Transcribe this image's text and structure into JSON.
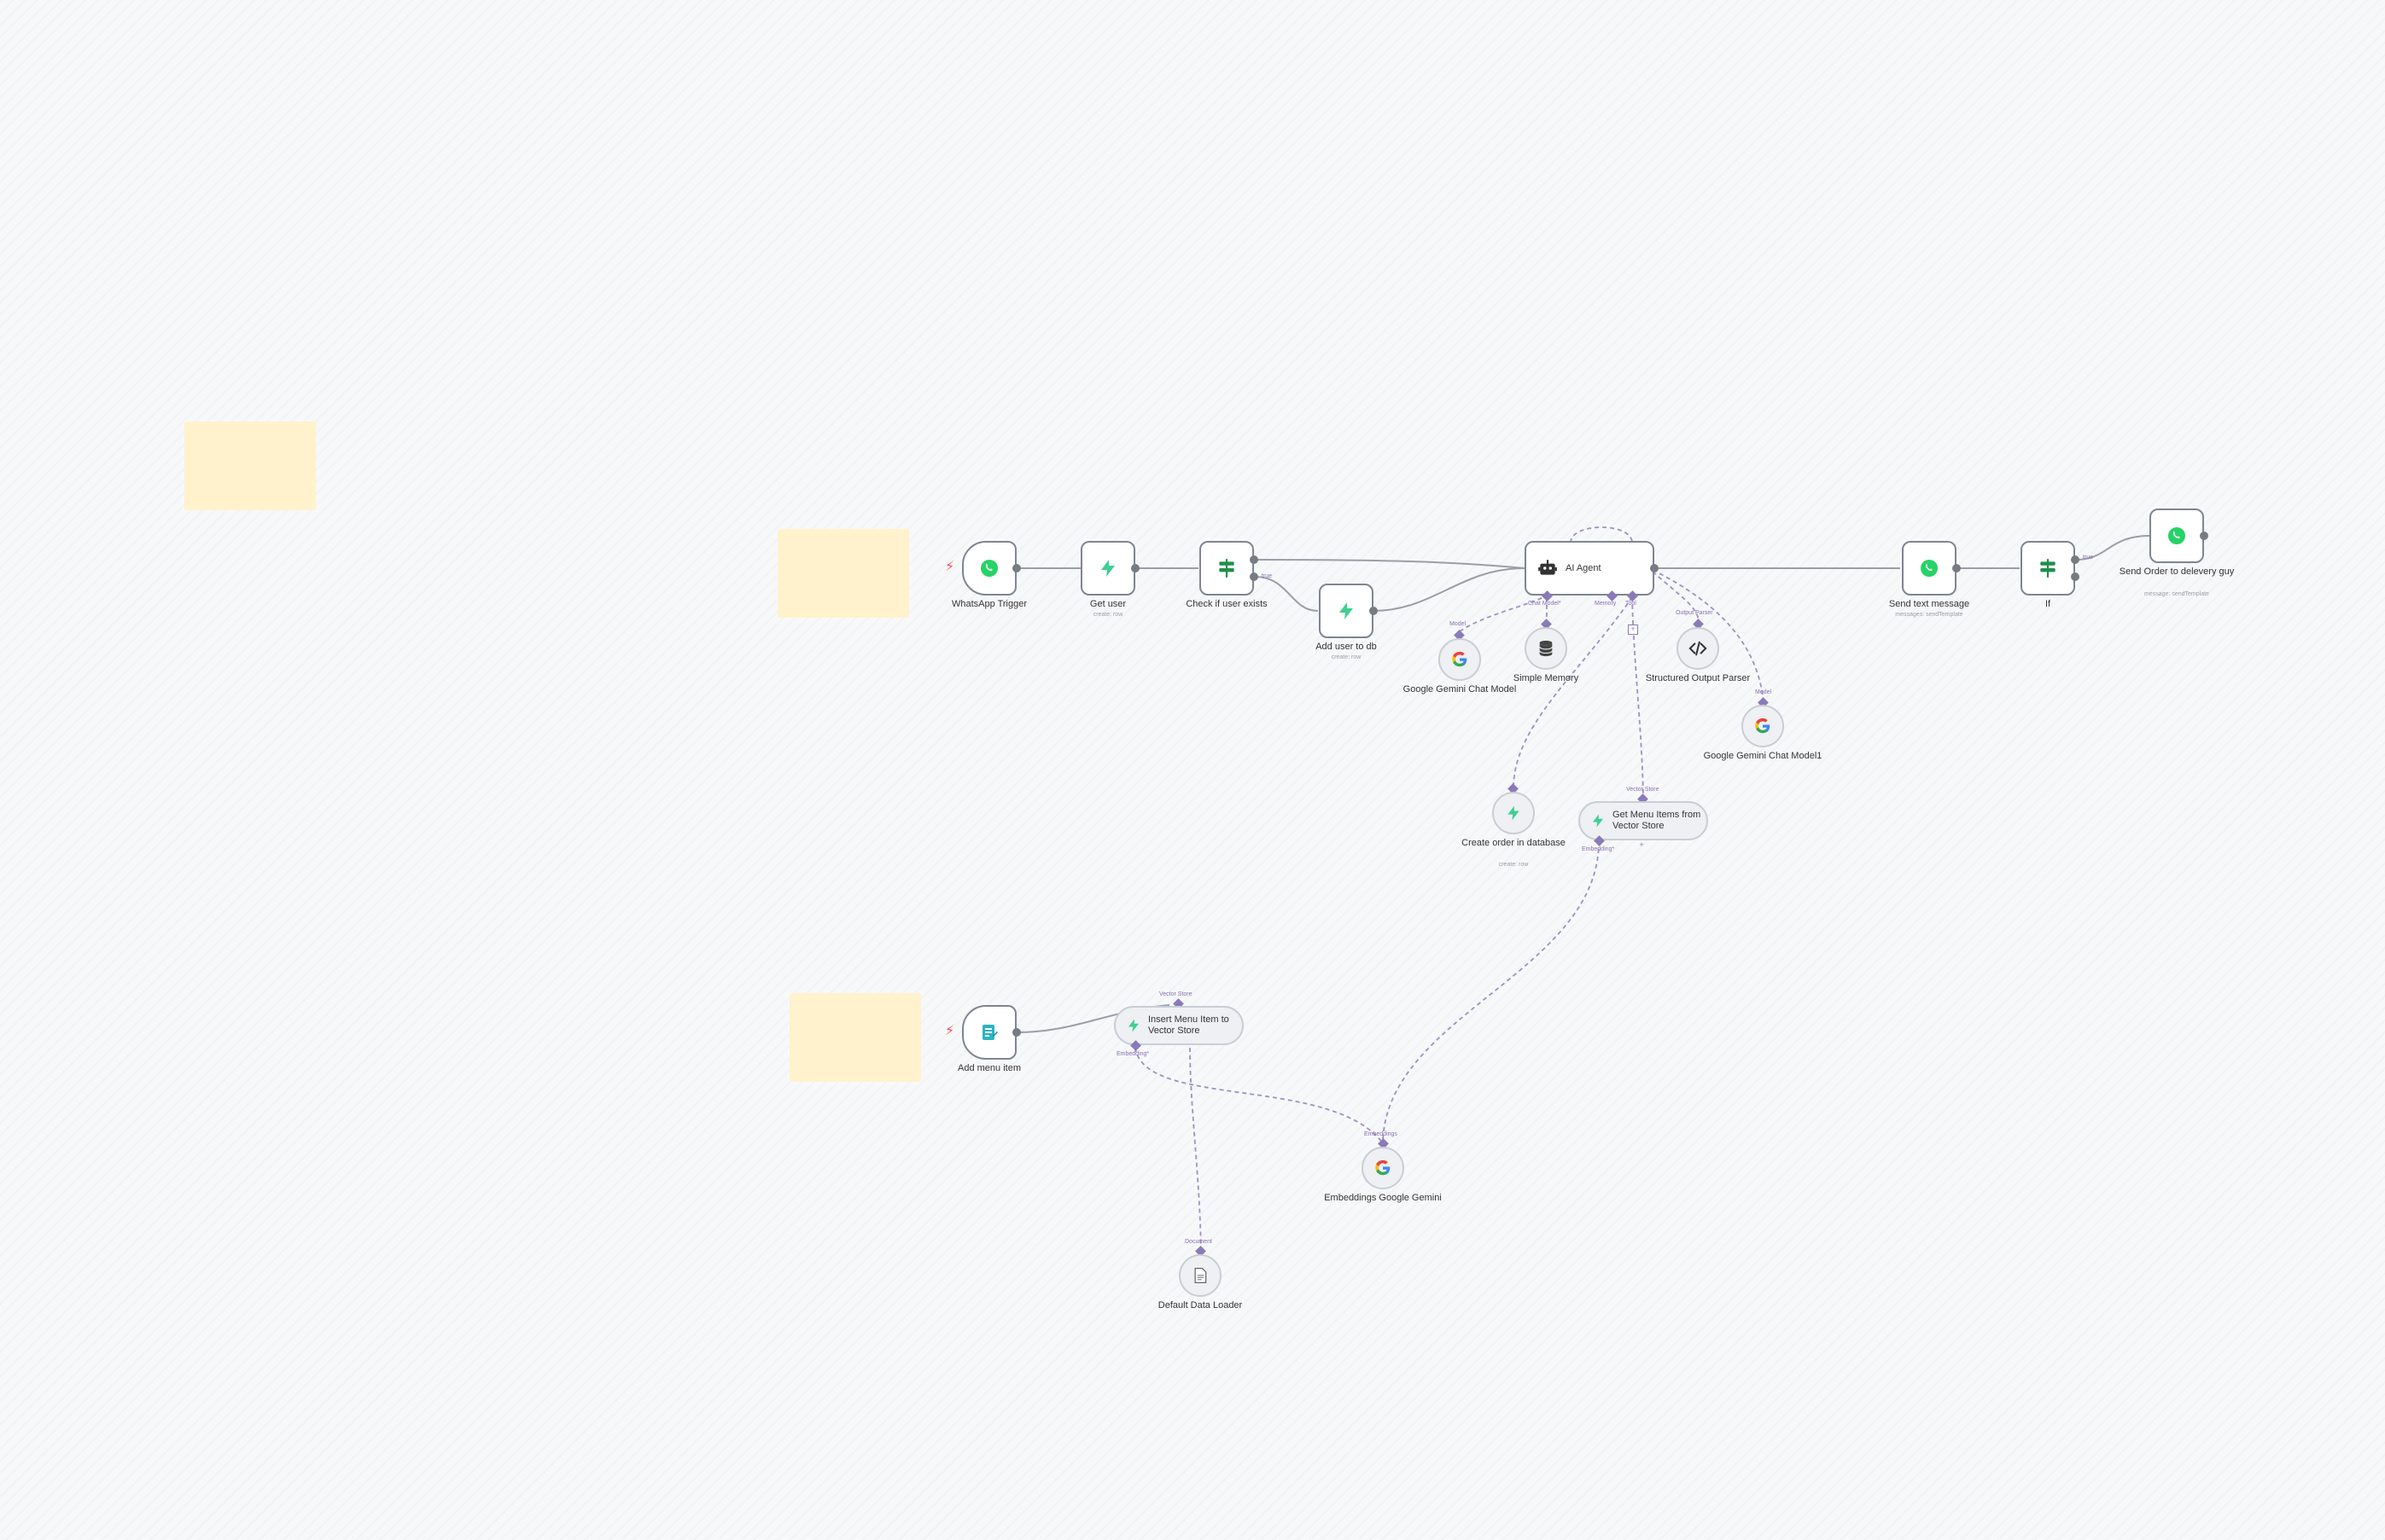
{
  "canvas": {
    "bg": "#f7f8fa",
    "sticky_color": "#fff2cc"
  },
  "colors": {
    "edge_main": "#9a9ea6",
    "edge_ai": "#9c91c4",
    "handle": "#777b82",
    "whatsapp": "#25d366",
    "supabase": "#3ecf8e",
    "filter": "#1e8f4a",
    "trigger_bolt": "#ff4d4d"
  },
  "nodes": {
    "whatsapp_trigger": {
      "label": "WhatsApp Trigger",
      "icon": "whatsapp-icon"
    },
    "get_user": {
      "label": "Get user",
      "sub": "create: row",
      "icon": "supabase-icon"
    },
    "check_user": {
      "label": "Check if user exists",
      "icon": "filter-icon"
    },
    "add_user": {
      "label": "Add user to db",
      "sub": "create: row",
      "icon": "supabase-icon"
    },
    "ai_agent": {
      "label": "AI Agent",
      "icon": "robot-icon"
    },
    "gemini_chat": {
      "label": "Google Gemini Chat Model",
      "icon": "google-icon"
    },
    "simple_memory": {
      "label": "Simple Memory",
      "icon": "database-icon"
    },
    "structured_parser": {
      "label": "Structured Output Parser",
      "icon": "code-icon"
    },
    "gemini_chat_1": {
      "label": "Google Gemini Chat Model1",
      "icon": "google-icon"
    },
    "create_order": {
      "label": "Create order in database",
      "sub": "create: row",
      "icon": "supabase-icon"
    },
    "get_menu": {
      "label": "Get Menu Items from Vector Store",
      "icon": "supabase-icon"
    },
    "send_text": {
      "label": "Send text message",
      "sub": "messages: sendTemplate",
      "icon": "whatsapp-icon"
    },
    "if_node": {
      "label": "If",
      "icon": "filter-icon"
    },
    "send_order": {
      "label": "Send Order to delevery guy",
      "sub": "message: sendTemplate",
      "icon": "whatsapp-icon"
    },
    "add_menu": {
      "label": "Add menu item",
      "icon": "form-icon"
    },
    "insert_menu": {
      "label": "Insert Menu Item to Vector Store",
      "icon": "supabase-icon"
    },
    "embeddings": {
      "label": "Embeddings Google Gemini",
      "icon": "google-icon"
    },
    "data_loader": {
      "label": "Default Data Loader",
      "icon": "document-icon"
    }
  },
  "ports": {
    "chat_model": "Chat Model*",
    "memory": "Memory",
    "tool": "Tool",
    "output_parser": "Output Parser",
    "model": "Model",
    "vector_store": "Vector Store",
    "embedding": "Embedding*",
    "embeddings": "Embeddings",
    "document": "Document",
    "true": "true"
  }
}
